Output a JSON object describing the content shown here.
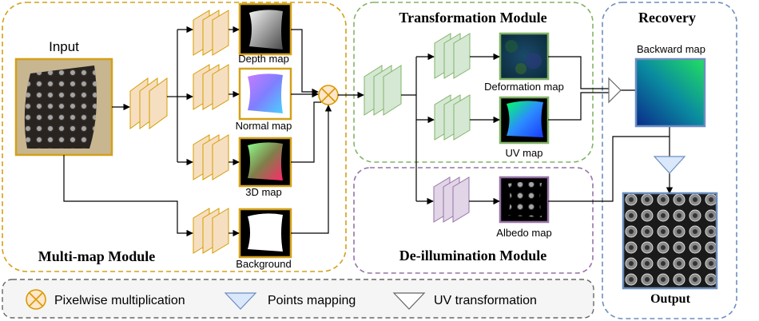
{
  "modules": {
    "multimap": "Multi-map Module",
    "transformation": "Transformation Module",
    "deillumination": "De-illumination Module",
    "recovery": "Recovery"
  },
  "labels": {
    "input": "Input",
    "depth_map": "Depth map",
    "normal_map": "Normal map",
    "map_3d": "3D map",
    "background": "Background",
    "deformation_map": "Deformation map",
    "uv_map": "UV map",
    "albedo_map": "Albedo map",
    "backward_map": "Backward map",
    "output": "Output"
  },
  "legend": {
    "pixelwise": "Pixelwise multiplication",
    "points_mapping": "Points mapping",
    "uv_transformation": "UV transformation"
  },
  "colors": {
    "multimap_border": "#d4a017",
    "transformation_border": "#82b366",
    "deillumination_border": "#9673a6",
    "recovery_border": "#6c8ebf",
    "legend_border": "#666666",
    "orange_fill": "#f6dfc0",
    "orange_stroke": "#d79b00",
    "green_fill": "#d5e8d4",
    "green_stroke": "#82b366",
    "purple_fill": "#e1d5e7",
    "purple_stroke": "#9673a6",
    "mult_fill": "#ffe6cc",
    "points_fill": "#dae8fc"
  }
}
